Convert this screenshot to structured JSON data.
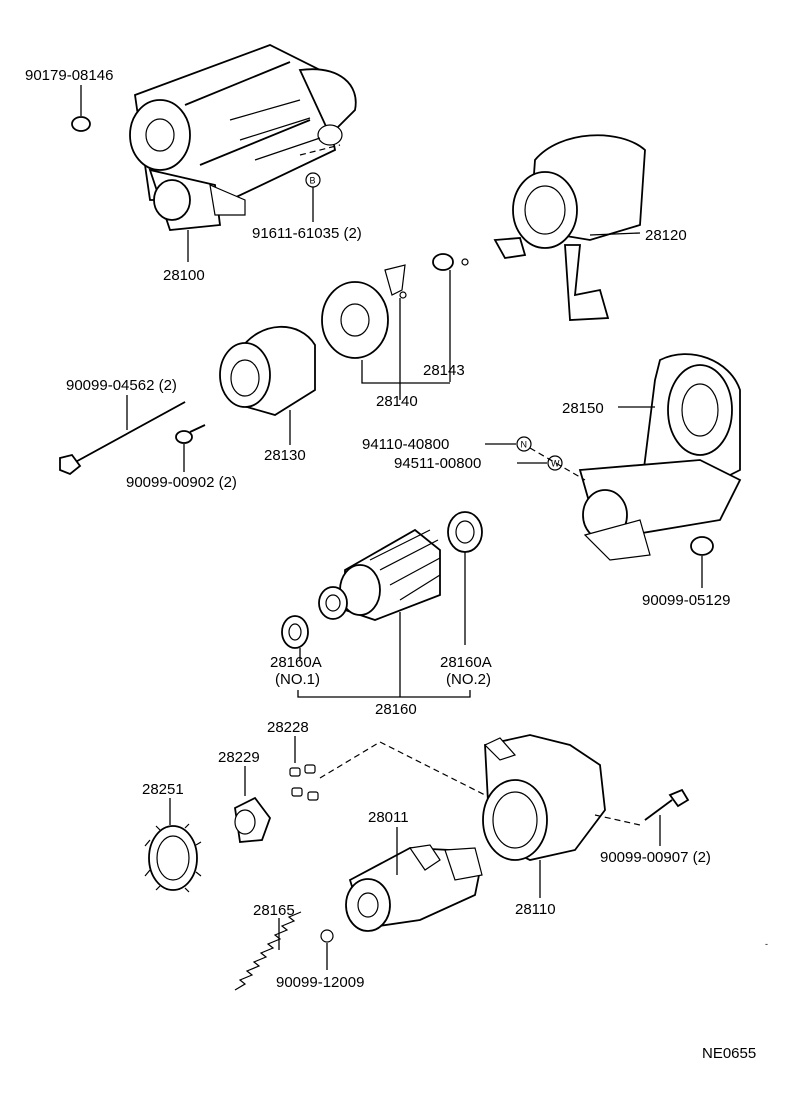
{
  "labels": {
    "p90179_08146": "90179-08146",
    "p91611_61035": "91611-61035 (2)",
    "p28100": "28100",
    "p28120": "28120",
    "p28143": "28143",
    "p28140": "28140",
    "p90099_04562": "90099-04562 (2)",
    "p28130": "28130",
    "p90099_00902": "90099-00902 (2)",
    "p28150": "28150",
    "p94110_40800": "94110-40800",
    "p94511_00800": "94511-00800",
    "p90099_05129": "90099-05129",
    "p28160A_1": "28160A",
    "p28160A_1_no": "(NO.1)",
    "p28160A_2": "28160A",
    "p28160A_2_no": "(NO.2)",
    "p28160": "28160",
    "p28228": "28228",
    "p28229": "28229",
    "p28251": "28251",
    "p28011": "28011",
    "p90099_00907": "90099-00907 (2)",
    "p28110": "28110",
    "p28165": "28165",
    "p90099_12009": "90099-12009",
    "ref_code": "NE0655"
  },
  "callouts": {
    "b": "B",
    "n": "N",
    "w": "W"
  }
}
